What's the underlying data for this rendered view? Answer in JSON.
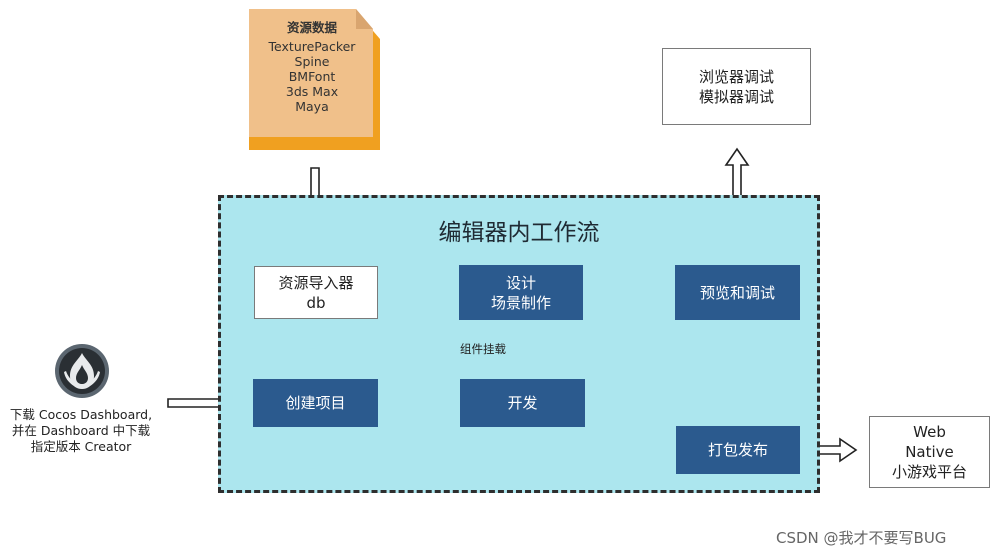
{
  "resource_doc": {
    "title": "资源数据",
    "items": [
      "TexturePacker",
      "Spine",
      "BMFont",
      "3ds Max",
      "Maya"
    ]
  },
  "workflow": {
    "title": "编辑器内工作流",
    "importer": [
      "资源导入器",
      "db"
    ],
    "design": [
      "设计",
      "场景制作"
    ],
    "preview": "预览和调试",
    "create": "创建项目",
    "develop": "开发",
    "publish": "打包发布",
    "component_label": "组件挂载"
  },
  "debug_box": [
    "浏览器调试",
    "模拟器调试"
  ],
  "platform_box": [
    "Web",
    "Native",
    "小游戏平台"
  ],
  "download_text": [
    "下载 Cocos Dashboard,",
    "并在 Dashboard 中下载",
    "指定版本 Creator"
  ],
  "watermark": "CSDN @我才不要写BUG",
  "colors": {
    "workflow_bg": "#ace6ee",
    "box_dark": "#2b5a8e",
    "doc_fill": "#f0c08a",
    "doc_accent": "#f0a020"
  },
  "icons": {
    "logo": "cocos-logo-icon",
    "document": "document-icon"
  }
}
